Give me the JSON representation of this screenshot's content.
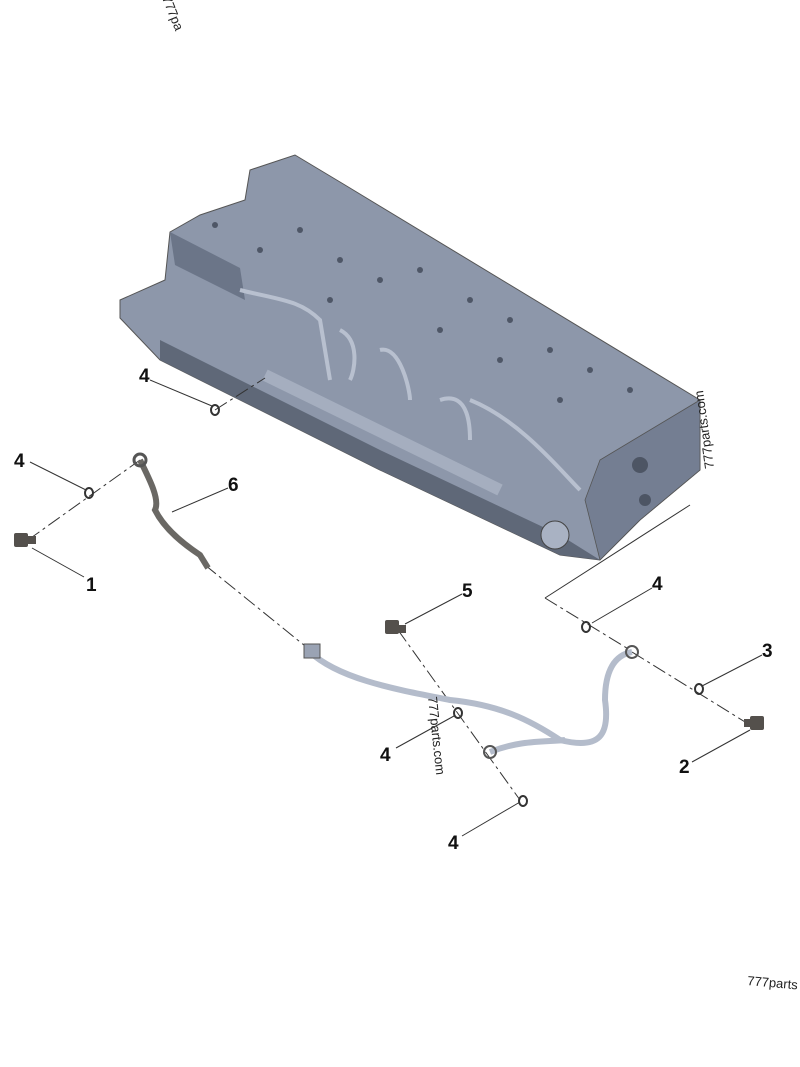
{
  "diagram": {
    "callouts": [
      {
        "id": "c4a",
        "label": "4"
      },
      {
        "id": "c4b",
        "label": "4"
      },
      {
        "id": "c1",
        "label": "1"
      },
      {
        "id": "c6",
        "label": "6"
      },
      {
        "id": "c5",
        "label": "5"
      },
      {
        "id": "c4c",
        "label": "4"
      },
      {
        "id": "c3",
        "label": "3"
      },
      {
        "id": "c2",
        "label": "2"
      },
      {
        "id": "c4d",
        "label": "4"
      },
      {
        "id": "c4e",
        "label": "4"
      }
    ],
    "watermarks": [
      "777parts.com",
      "777parts.com",
      "777parts",
      "777pa"
    ],
    "colors": {
      "part": "#8d97aa",
      "part_dark": "#5f6878",
      "tube": "#b4bccb",
      "fitting": "#54504c"
    }
  }
}
